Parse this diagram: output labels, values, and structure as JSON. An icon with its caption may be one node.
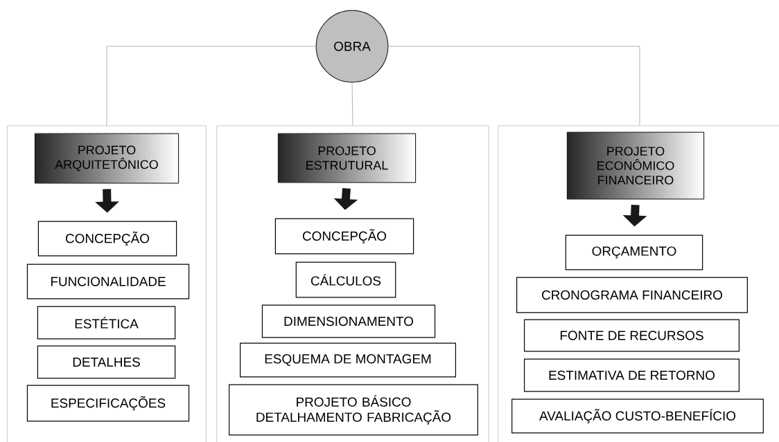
{
  "diagram": {
    "nodes": [
      {
        "text": [
          "OBRA"
        ]
      },
      {
        "text": [],
        "shape": "box"
      },
      {
        "text": [
          "PROJETO ARQUITETÔNICO"
        ],
        "in": 1
      },
      {
        "text": [
          "CONCEPÇÃO"
        ],
        "in": 1
      },
      {
        "text": [
          "FUNCIONALIDADE"
        ],
        "in": 1
      },
      {
        "text": [
          "ESTÉTICA"
        ],
        "in": 1
      },
      {
        "text": [
          "DETALHES"
        ],
        "in": 1
      },
      {
        "text": [
          "ESPECIFICAÇÕES"
        ],
        "in": 1
      },
      {
        "text": [],
        "shape": "box"
      },
      {
        "text": [
          "PROJETO ESTRUTURAL"
        ],
        "in": 8
      },
      {
        "text": [
          "CONCEPÇÃO"
        ],
        "in": 8
      },
      {
        "text": [
          "CÁLCULOS"
        ],
        "in": 8
      },
      {
        "text": [
          "DIMENSIONAMENTO"
        ],
        "in": 8
      },
      {
        "text": [
          "ESQUEMA DE MONTAGEM"
        ],
        "in": 8
      },
      {
        "text": [
          "PROJETO BÁSICO DETALHAMENTO FABRICAÇÃO"
        ],
        "in": 8
      },
      {
        "text": [],
        "shape": "box"
      },
      {
        "text": [
          "PROJETO ECONÔMICO FINANCEIRO"
        ],
        "in": 15
      },
      {
        "text": [
          "ORÇAMENTO"
        ],
        "in": 15
      },
      {
        "text": [
          "CRONOGRAMA FINANCEIRO"
        ],
        "in": 15
      },
      {
        "text": [
          "FONTE DE RECURSOS"
        ],
        "in": 15
      },
      {
        "text": [
          "ESTIMATIVA DE RETORNO"
        ],
        "in": 15
      },
      {
        "text": [
          "AVALIAÇÃO CUSTO-BENEFÍCIO"
        ],
        "in": 15
      }
    ],
    "edges": [
      {
        "from": 0,
        "to": 1,
        "arrow": "none"
      },
      {
        "from": 0,
        "to": 8,
        "arrow": "none"
      },
      {
        "from": 0,
        "to": 15,
        "arrow": "none"
      },
      {
        "from": 2,
        "to": 3,
        "arrow": "to",
        "style": "thick",
        "color": "#191919"
      },
      {
        "from": 9,
        "to": 10,
        "arrow": "to",
        "style": "thick",
        "color": "#191919"
      },
      {
        "from": 16,
        "to": 17,
        "arrow": "to",
        "style": "thick",
        "color": "#191919"
      }
    ]
  }
}
